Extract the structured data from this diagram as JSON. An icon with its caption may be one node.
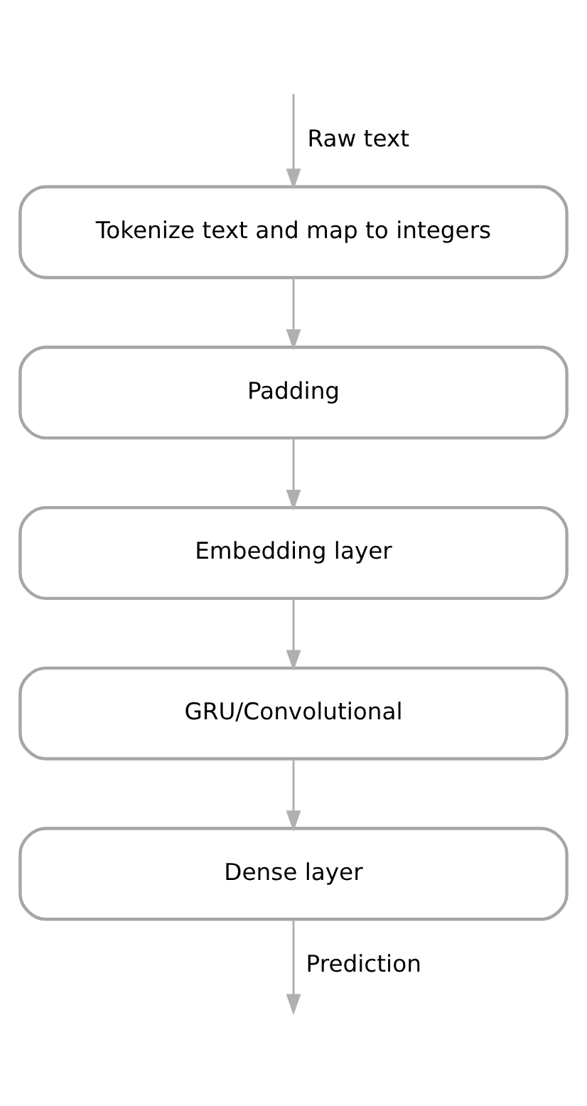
{
  "diagram": {
    "nodes": [
      {
        "text": [
          "Tokenize text and map to integers"
        ]
      },
      {
        "text": [
          "Padding"
        ]
      },
      {
        "text": [
          "Embedding layer"
        ]
      },
      {
        "text": [
          "GRU/Convolutional"
        ]
      },
      {
        "text": [
          "Dense layer"
        ]
      }
    ],
    "edges": [
      {
        "from": null,
        "to": 0,
        "arrow": "to",
        "label": "Raw text"
      },
      {
        "from": 0,
        "to": 1,
        "arrow": "to"
      },
      {
        "from": 1,
        "to": 2,
        "arrow": "to"
      },
      {
        "from": 2,
        "to": 3,
        "arrow": "to"
      },
      {
        "from": 3,
        "to": 4,
        "arrow": "to"
      },
      {
        "from": 4,
        "to": null,
        "arrow": "to",
        "label": "Prediction"
      }
    ]
  }
}
